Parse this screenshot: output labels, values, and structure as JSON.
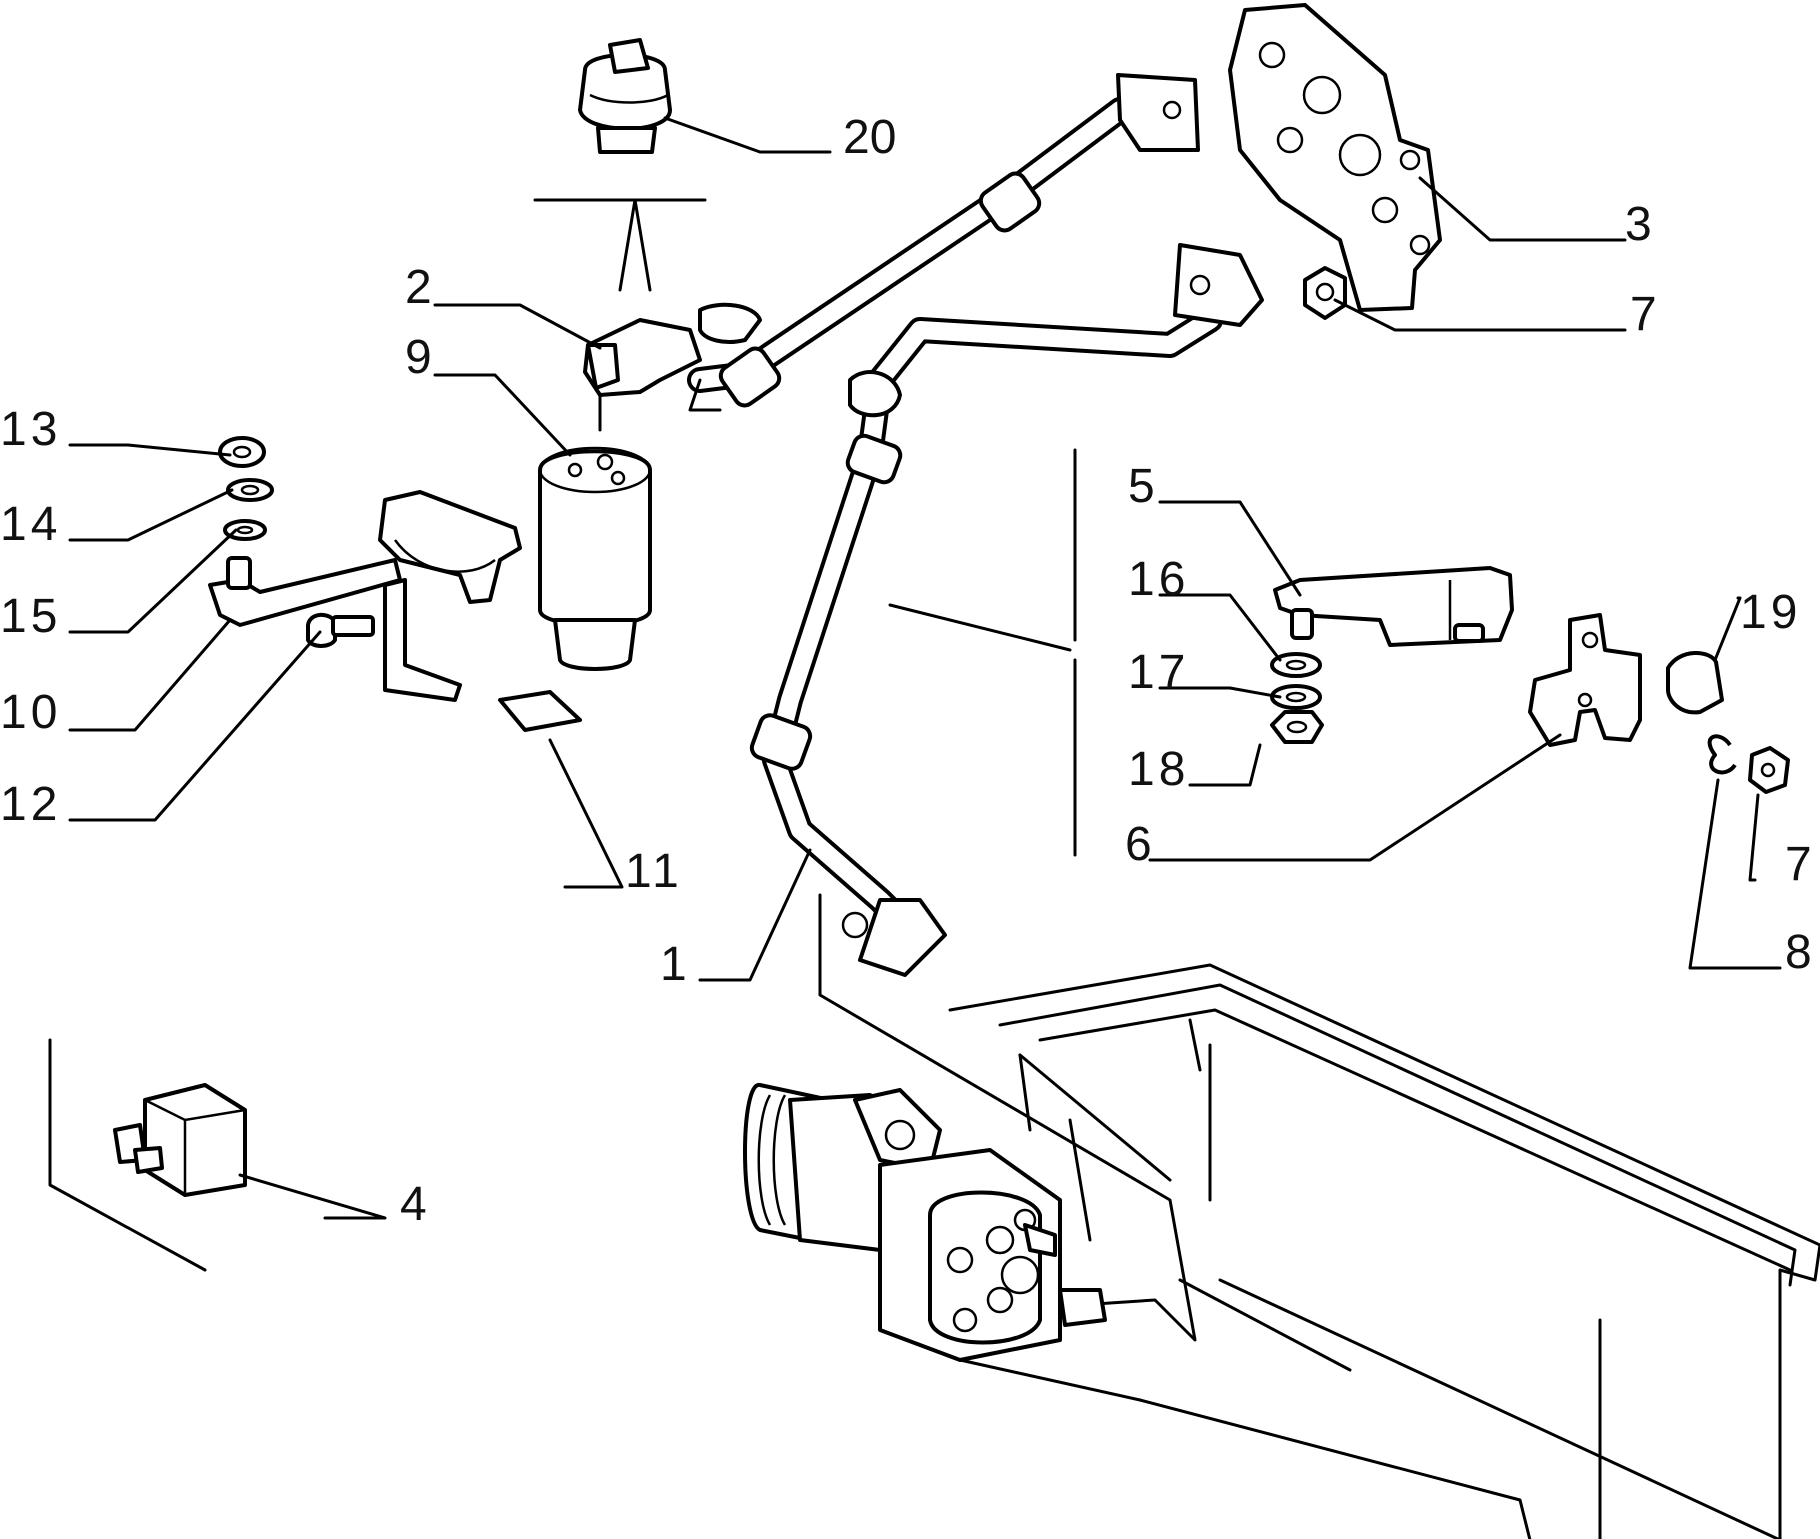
{
  "callouts": {
    "n1": "1",
    "n2": "2",
    "n3": "3",
    "n4": "4",
    "n5": "5",
    "n6": "6",
    "n7a": "7",
    "n7b": "7",
    "n8": "8",
    "n9": "9",
    "n10": "10",
    "n11": "11",
    "n12": "12",
    "n13": "13",
    "n14": "14",
    "n15": "15",
    "n16": "16",
    "n17": "17",
    "n18": "18",
    "n19": "19",
    "n20": "20"
  }
}
